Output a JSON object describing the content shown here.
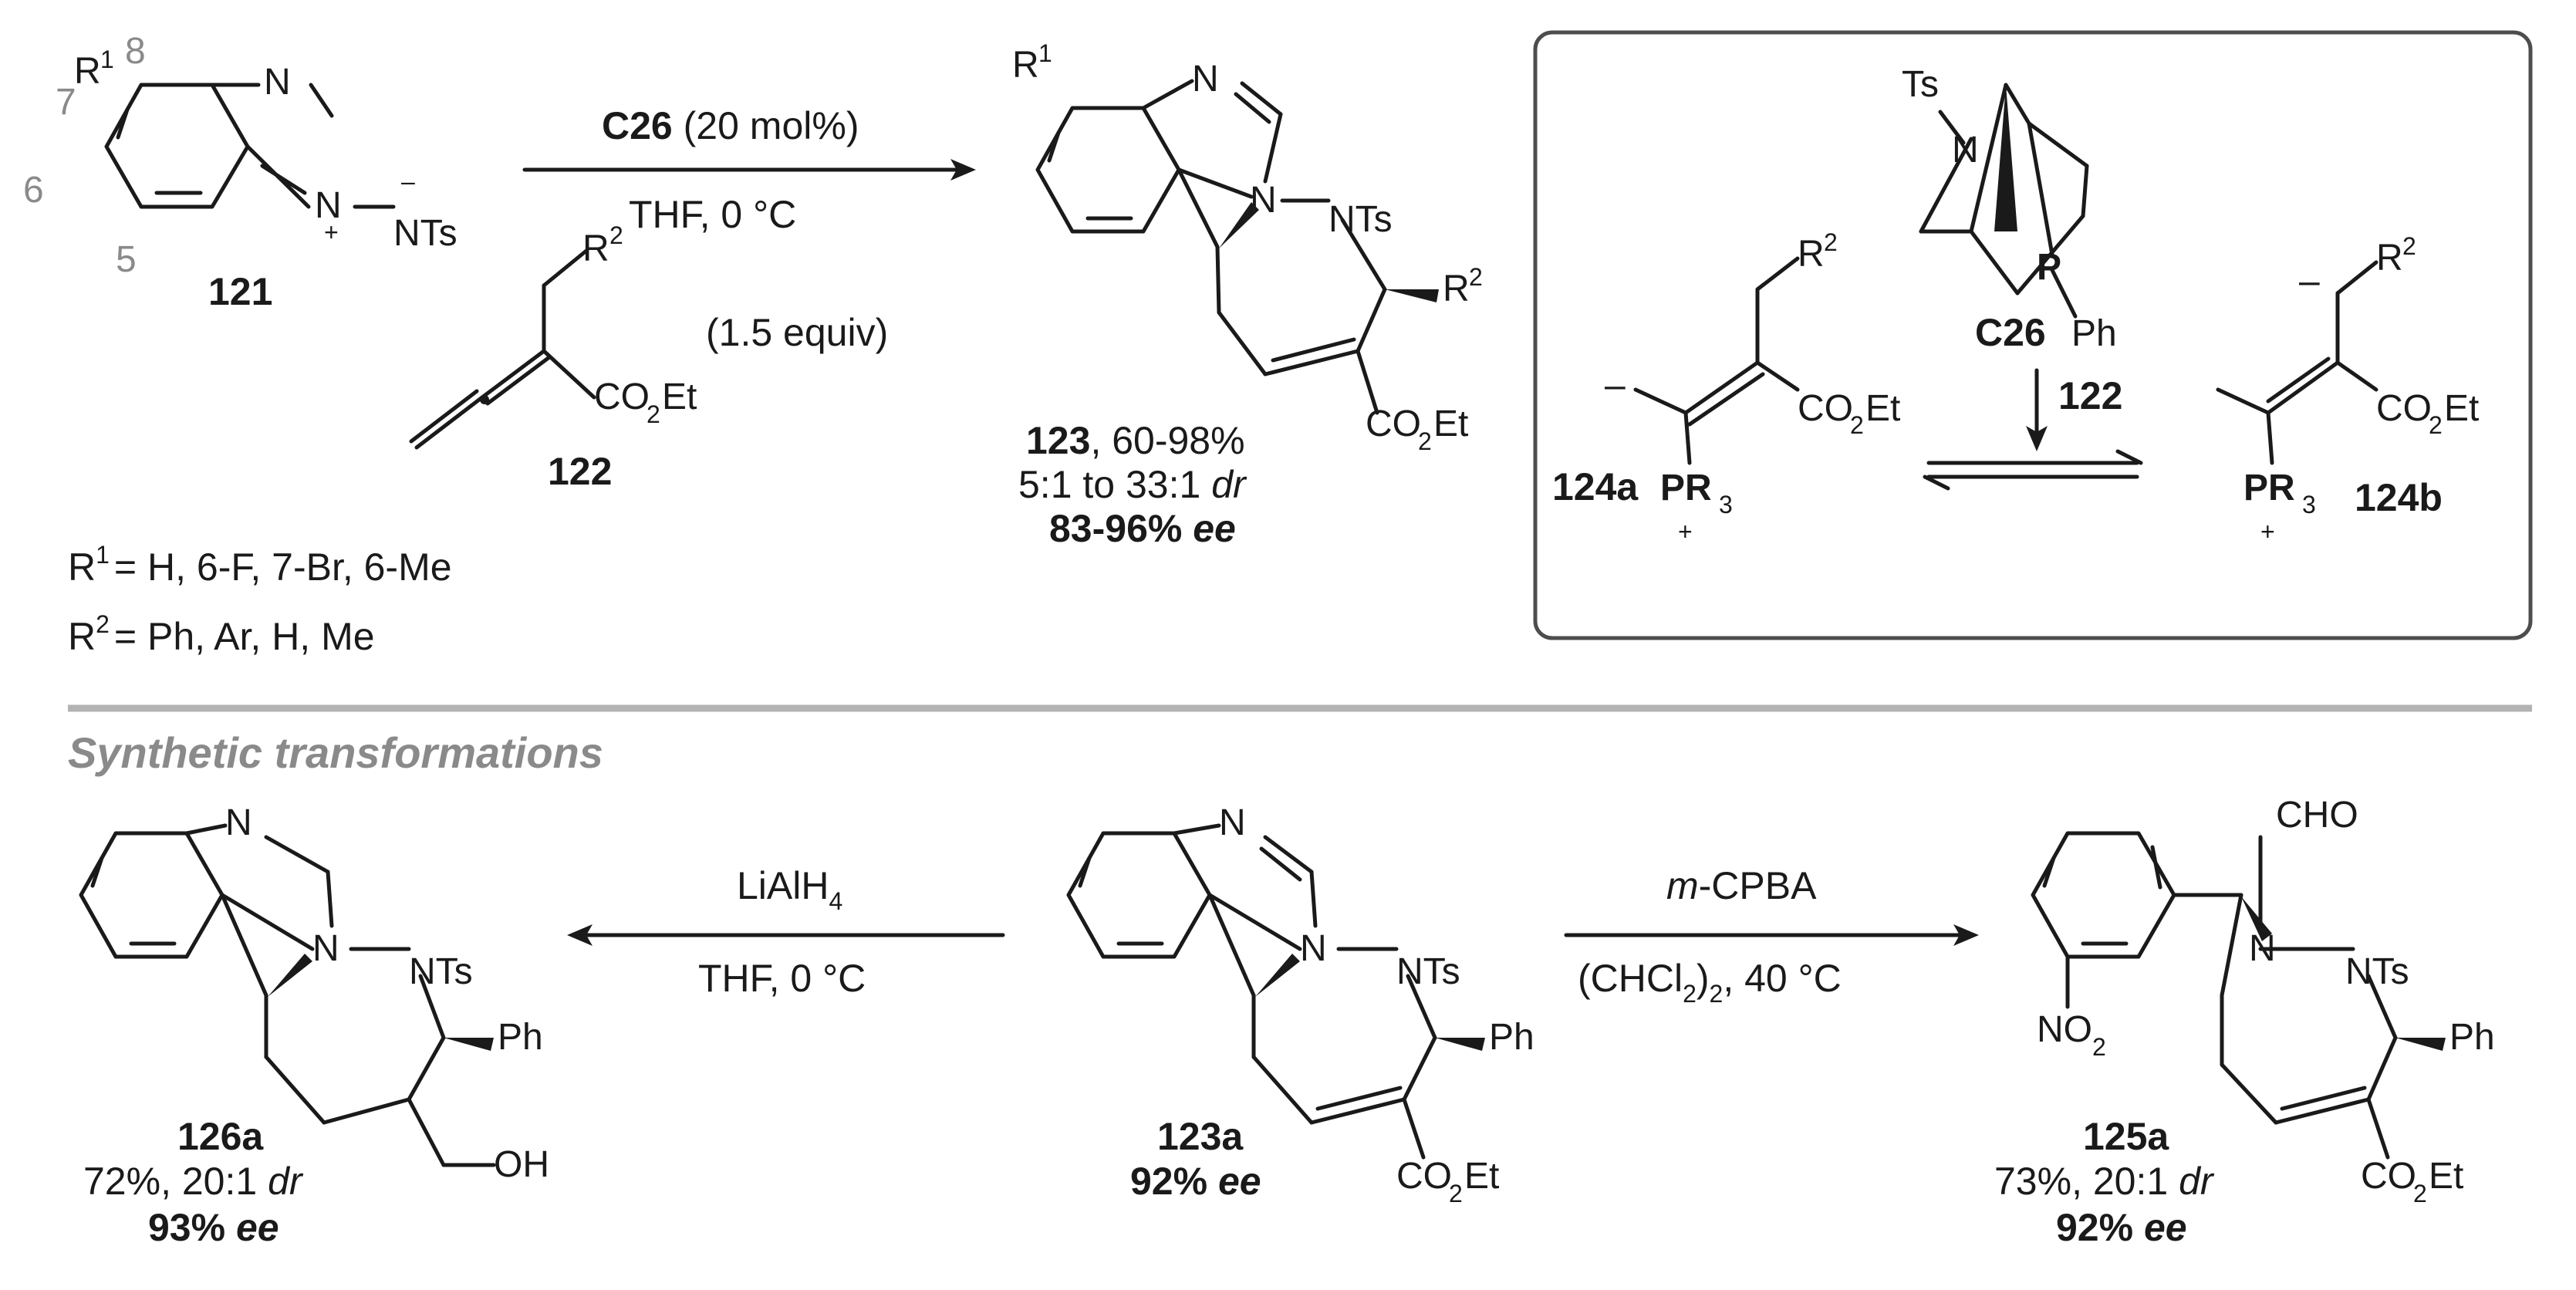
{
  "reaction": {
    "reagent": {
      "catalyst": "C26",
      "loading": "(20 mol%)",
      "solvent": "THF, 0 °C",
      "equiv": "(1.5 equiv)"
    },
    "compounds": {
      "quinazolinium": "121",
      "allenoate": "122",
      "product": "123"
    },
    "product_results": {
      "yield": "60-98%",
      "dr_prefix": "5:1 to 33:1",
      "dr_suffix": "dr",
      "ee_value": "83-96%",
      "ee_suffix": "ee"
    },
    "substituents": {
      "r1_label": "R",
      "r1_sup": "1",
      "r1_values": "= H, 6-F, 7-Br, 6-Me",
      "r2_label": "R",
      "r2_sup": "2",
      "r2_values": "= Ph, Ar, H, Me"
    },
    "atoms": {
      "N": "N",
      "NTs": "NTs",
      "Ts": "Ts",
      "P": "P",
      "Ph": "Ph",
      "R": "R",
      "sup1": "1",
      "sup2": "2",
      "CO": "CO",
      "sub2": "2",
      "Et": "Et",
      "PR": "PR",
      "sub3": "3",
      "plus": "+",
      "minus": "–",
      "CHO": "CHO",
      "NO": "NO",
      "OH": "OH"
    },
    "numbering": {
      "n5": "5",
      "n6": "6",
      "n7": "7",
      "n8": "8"
    }
  },
  "mechanism": {
    "catalyst_label": "C26",
    "arrow_reagent": "122",
    "intermediate_a": "124a",
    "intermediate_b": "124b"
  },
  "transformations": {
    "section_title": "Synthetic transformations",
    "left_arrow": {
      "reagent_main": "LiAlH",
      "reagent_sub": "4",
      "conditions": "THF, 0 °C"
    },
    "right_arrow": {
      "reagent_prefix": "m",
      "reagent_main": "-CPBA",
      "cond_pre": "(CHCl",
      "cond_sub": "2",
      "cond_mid": ")",
      "cond_sub2": "2",
      "cond_post": ", 40 °C"
    },
    "center": {
      "id": "123a",
      "ee_value": "92%",
      "ee_suffix": "ee"
    },
    "left": {
      "id": "126a",
      "yield": "72%, 20:1",
      "dr": "dr",
      "ee_value": "93%",
      "ee_suffix": "ee"
    },
    "right": {
      "id": "125a",
      "yield": "73%, 20:1",
      "dr": "dr",
      "ee_value": "92%",
      "ee_suffix": "ee"
    }
  },
  "colors": {
    "ink": "#1a1a1a",
    "gray": "#8a8a8a",
    "rule": "#b3b3b3"
  }
}
